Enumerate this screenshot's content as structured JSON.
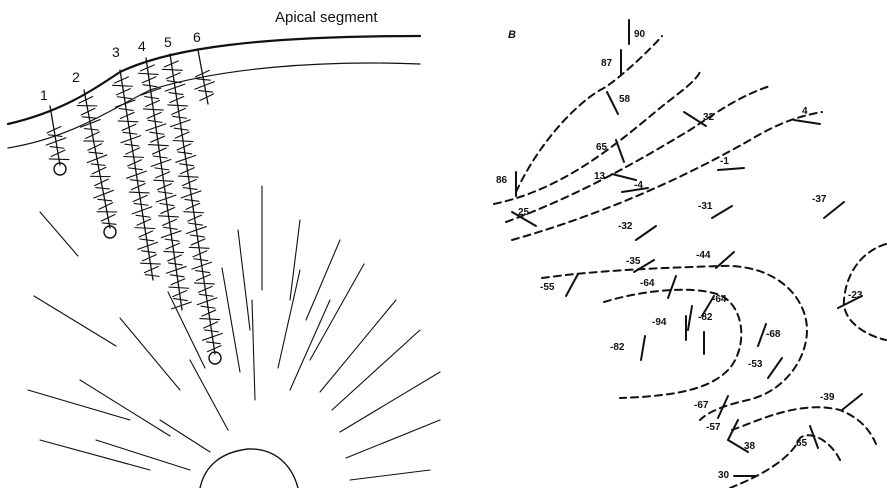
{
  "left_panel": {
    "caption": "Apical segment",
    "track_labels": [
      "1",
      "2",
      "3",
      "4",
      "5",
      "6"
    ]
  },
  "right_panel": {
    "letter": "B",
    "angle_labels": [
      "90",
      "87",
      "58",
      "32",
      "4",
      "65",
      "86",
      "13",
      "-1",
      "-4",
      "25",
      "-31",
      "-37",
      "-32",
      "-35",
      "-44",
      "-55",
      "-64",
      "-64",
      "-23",
      "-94",
      "-82",
      "-68",
      "-82",
      "-53",
      "-39",
      "-67",
      "-57",
      "38",
      "65",
      "30"
    ]
  }
}
